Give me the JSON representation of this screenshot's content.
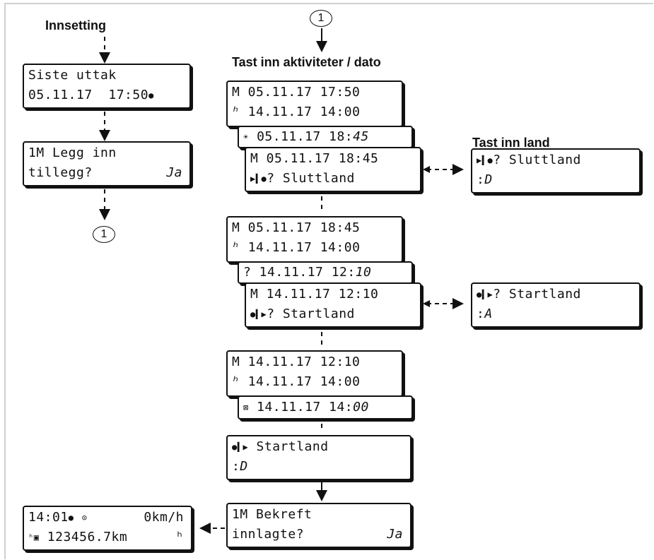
{
  "headings": {
    "insertion": "Innsetting",
    "enter_activities": "Tast inn aktiviteter / dato",
    "enter_country": "Tast inn land"
  },
  "connector_label": "1",
  "boxes": {
    "last_withdrawal": {
      "line1": "Siste uttak",
      "line2": "05.11.17  17:50"
    },
    "load_additions": {
      "line1": "1M Legg inn",
      "line2": "tillegg?",
      "answer": "Ja"
    },
    "g1_back1": {
      "line1": "M 05.11.17 17:50"
    },
    "g1_back2": {
      "line2": "14.11.17 14:00"
    },
    "g1_back3": {
      "text": "05.11.17 18:",
      "text_it": "45"
    },
    "g1_front": {
      "line1": "M 05.11.17 18:45",
      "line2": "? Sluttland"
    },
    "end_country": {
      "line1": "? Sluttland",
      "line2": "D"
    },
    "g2_back1": {
      "line1": "M 05.11.17 18:45"
    },
    "g2_back2": {
      "line2": "14.11.17 14:00"
    },
    "g2_back3": {
      "text": "? 14.11.17 12:",
      "text_it": "10"
    },
    "g2_front": {
      "line1": "M 14.11.17 12:10",
      "line2": "? Startland"
    },
    "start_country": {
      "line1": "? Startland",
      "line2": "A"
    },
    "g3_back1": {
      "line1": "M 14.11.17 12:10"
    },
    "g3_back2": {
      "line2": "14.11.17 14:00"
    },
    "g3_back3": {
      "text": "14.11.17 14:",
      "text_it": "00"
    },
    "start_country_confirmed": {
      "line1": "Startland",
      "line2": "D"
    },
    "confirm": {
      "line1": "1M Bekreft",
      "line2": "innlagte?",
      "answer": "Ja"
    },
    "standard_display": {
      "line1a": "14:01",
      "line1b": "0km/h",
      "line2": "123456.7km"
    }
  }
}
